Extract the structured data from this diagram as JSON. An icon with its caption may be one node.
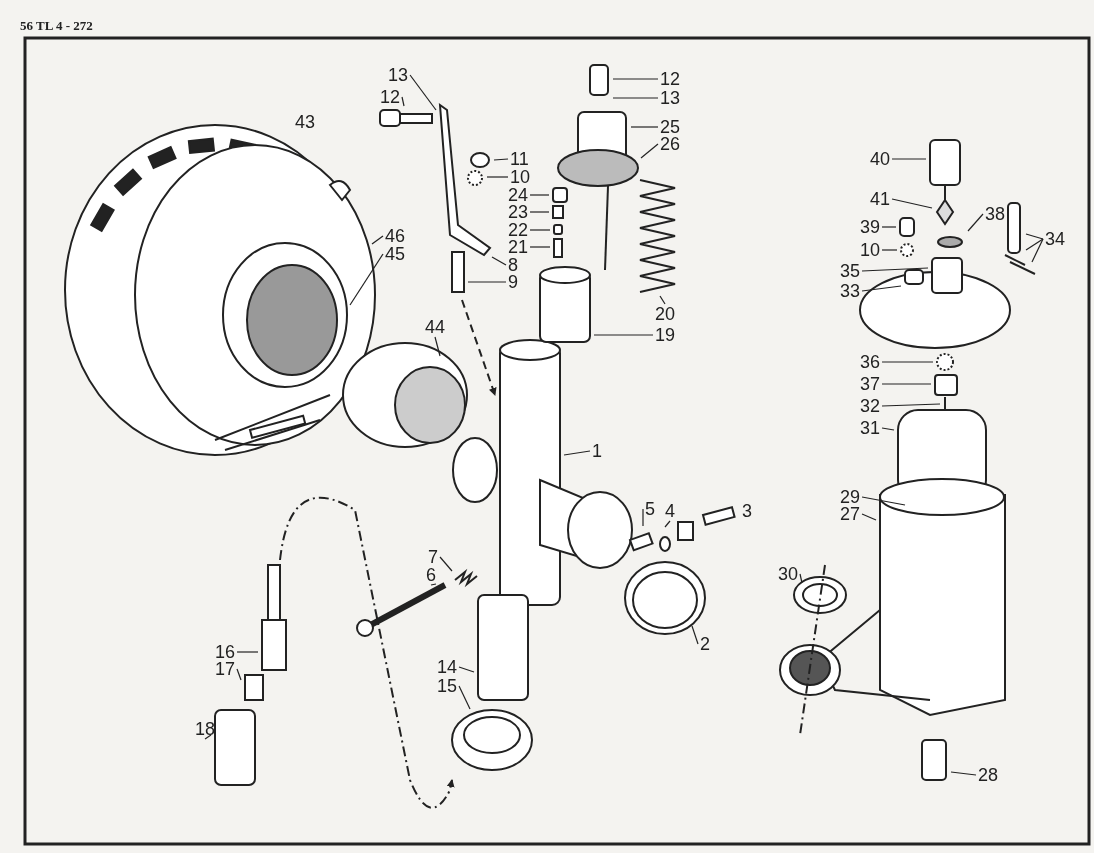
{
  "diagram": {
    "nodes": [
      {
        "text": [
          "13"
        ]
      },
      {
        "text": [
          "12"
        ]
      },
      {
        "text": [
          "12"
        ]
      },
      {
        "text": [
          "13"
        ]
      },
      {
        "text": [
          "25"
        ]
      },
      {
        "text": [
          "26"
        ]
      },
      {
        "text": [
          "11"
        ]
      },
      {
        "text": [
          "10"
        ]
      },
      {
        "text": [
          "24"
        ]
      },
      {
        "text": [
          "23"
        ]
      },
      {
        "text": [
          "22"
        ]
      },
      {
        "text": [
          "21"
        ]
      },
      {
        "text": [
          "8"
        ]
      },
      {
        "text": [
          "9"
        ]
      },
      {
        "text": [
          "20"
        ]
      },
      {
        "text": [
          "19"
        ]
      },
      {
        "text": [
          "46"
        ]
      },
      {
        "text": [
          "45"
        ]
      },
      {
        "text": [
          "44"
        ]
      },
      {
        "text": [
          "1"
        ]
      },
      {
        "text": [
          "5"
        ]
      },
      {
        "text": [
          "4"
        ]
      },
      {
        "text": [
          "2"
        ]
      },
      {
        "text": [
          "7"
        ]
      },
      {
        "text": [
          "6"
        ]
      },
      {
        "text": [
          "16"
        ]
      },
      {
        "text": [
          "17"
        ]
      },
      {
        "text": [
          "18"
        ]
      },
      {
        "text": [
          "14"
        ]
      },
      {
        "text": [
          "15"
        ]
      },
      {
        "text": [
          "40"
        ]
      },
      {
        "text": [
          "41"
        ]
      },
      {
        "text": [
          "39"
        ]
      },
      {
        "text": [
          "38"
        ]
      },
      {
        "text": [
          "10"
        ]
      },
      {
        "text": [
          "35"
        ]
      },
      {
        "text": [
          "33"
        ]
      },
      {
        "text": [
          "34"
        ]
      },
      {
        "text": [
          "36"
        ]
      },
      {
        "text": [
          "37"
        ]
      },
      {
        "text": [
          "32"
        ]
      },
      {
        "text": [
          "31"
        ]
      },
      {
        "text": [
          "29"
        ]
      },
      {
        "text": [
          "27"
        ]
      },
      {
        "text": [
          "30"
        ]
      },
      {
        "text": [
          "28"
        ]
      }
    ],
    "edges": [
      {
        "from": 0,
        "to": null,
        "arrow": "none"
      },
      {
        "from": 1,
        "to": null,
        "arrow": "none"
      },
      {
        "from": 2,
        "to": null,
        "arrow": "none"
      },
      {
        "from": 3,
        "to": null,
        "arrow": "none"
      },
      {
        "from": 4,
        "to": null,
        "arrow": "none"
      },
      {
        "from": 5,
        "to": null,
        "arrow": "none"
      },
      {
        "from": 6,
        "to": null,
        "arrow": "none"
      },
      {
        "from": 7,
        "to": null,
        "arrow": "none"
      },
      {
        "from": 8,
        "to": null,
        "arrow": "none"
      },
      {
        "from": 9,
        "to": null,
        "arrow": "none"
      },
      {
        "from": 10,
        "to": null,
        "arrow": "none"
      },
      {
        "from": 11,
        "to": null,
        "arrow": "none"
      },
      {
        "from": 12,
        "to": null,
        "arrow": "none"
      },
      {
        "from": 13,
        "to": null,
        "arrow": "none"
      },
      {
        "from": 14,
        "to": null,
        "arrow": "none"
      },
      {
        "from": 15,
        "to": null,
        "arrow": "none"
      },
      {
        "from": 16,
        "to": null,
        "arrow": "none"
      },
      {
        "from": 17,
        "to": null,
        "arrow": "none"
      },
      {
        "from": 18,
        "to": null,
        "arrow": "none"
      },
      {
        "from": 19,
        "to": null,
        "arrow": "none"
      },
      {
        "from": 20,
        "to": null,
        "arrow": "none"
      },
      {
        "from": 21,
        "to": null,
        "arrow": "none"
      },
      {
        "from": 22,
        "to": null,
        "arrow": "none"
      },
      {
        "from": 23,
        "to": null,
        "arrow": "none"
      },
      {
        "from": 24,
        "to": null,
        "arrow": "none"
      },
      {
        "from": 25,
        "to": null,
        "arrow": "none"
      },
      {
        "from": 26,
        "to": null,
        "arrow": "none"
      },
      {
        "from": 27,
        "to": null,
        "arrow": "none"
      },
      {
        "from": 28,
        "to": null,
        "arrow": "none"
      },
      {
        "from": 29,
        "to": null,
        "arrow": "none"
      },
      {
        "from": 30,
        "to": null,
        "arrow": "none"
      },
      {
        "from": 31,
        "to": null,
        "arrow": "none"
      },
      {
        "from": 32,
        "to": null,
        "arrow": "none"
      },
      {
        "from": 33,
        "to": null,
        "arrow": "none"
      },
      {
        "from": 34,
        "to": null,
        "arrow": "none"
      },
      {
        "from": 35,
        "to": null,
        "arrow": "none"
      },
      {
        "from": 36,
        "to": null,
        "arrow": "none"
      },
      {
        "from": 37,
        "to": null,
        "arrow": "none"
      },
      {
        "from": 37,
        "to": null,
        "arrow": "none"
      },
      {
        "from": 37,
        "to": null,
        "arrow": "none"
      },
      {
        "from": 38,
        "to": null,
        "arrow": "none"
      },
      {
        "from": 39,
        "to": null,
        "arrow": "none"
      },
      {
        "from": 40,
        "to": null,
        "arrow": "none"
      },
      {
        "from": 41,
        "to": null,
        "arrow": "none"
      },
      {
        "from": 42,
        "to": null,
        "arrow": "none"
      },
      {
        "from": 43,
        "to": null,
        "arrow": "none"
      },
      {
        "from": 44,
        "to": null,
        "arrow": "none"
      },
      {
        "from": 45,
        "to": null,
        "arrow": "none"
      }
    ],
    "labels": [
      "56 TL 4 - 272",
      "43",
      "3"
    ]
  }
}
